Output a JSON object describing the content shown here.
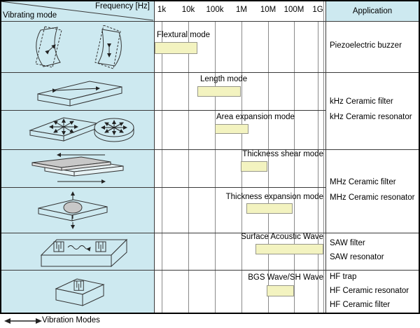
{
  "header": {
    "frequency_label": "Frequency [Hz]",
    "vibrating_mode_label": "Vibrating mode",
    "application_label": "Application"
  },
  "chart_data": {
    "type": "table",
    "x_axis": {
      "label": "Frequency [Hz]",
      "scale": "log",
      "ticks": [
        "1k",
        "10k",
        "100k",
        "1M",
        "10M",
        "100M",
        "1G"
      ],
      "tick_values_hz": [
        1000,
        10000,
        100000,
        1000000,
        10000000,
        100000000,
        1000000000
      ]
    },
    "rows": [
      {
        "mode": "Flextural mode",
        "freq_range_hz": [
          500,
          20000
        ]
      },
      {
        "mode": "Length mode",
        "freq_range_hz": [
          20000,
          1000000
        ]
      },
      {
        "mode": "Area expansion mode",
        "freq_range_hz": [
          100000,
          2000000
        ]
      },
      {
        "mode": "Thickness shear mode",
        "freq_range_hz": [
          1000000,
          10000000
        ]
      },
      {
        "mode": "Thickness expansion mode",
        "freq_range_hz": [
          1500000,
          80000000
        ]
      },
      {
        "mode": "Surface Acoustic Wave",
        "freq_range_hz": [
          3000000,
          1500000000
        ]
      },
      {
        "mode": "BGS Wave/SH Wave",
        "freq_range_hz": [
          10000000,
          100000000
        ]
      }
    ],
    "application_groups": [
      {
        "modes": [
          "Flextural mode"
        ],
        "items": [
          "Piezoelectric buzzer"
        ]
      },
      {
        "modes": [
          "Length mode",
          "Area expansion mode"
        ],
        "items": [
          "kHz Ceramic filter",
          "kHz Ceramic resonator"
        ]
      },
      {
        "modes": [
          "Thickness shear mode",
          "Thickness expansion mode"
        ],
        "items": [
          "MHz Ceramic filter",
          "MHz Ceramic resonator"
        ]
      },
      {
        "modes": [
          "Surface Acoustic Wave"
        ],
        "items": [
          "SAW filter",
          "SAW resonator"
        ]
      },
      {
        "modes": [
          "BGS Wave/SH Wave"
        ],
        "items": [
          "HF trap",
          "HF Ceramic resonator",
          "HF Ceramic filter"
        ]
      }
    ]
  },
  "legend": {
    "label": "Vibration Modes"
  },
  "icons": [
    "flextural-bars-icon",
    "length-plate-icon",
    "area-expansion-icon",
    "thickness-shear-icon",
    "thickness-expansion-icon",
    "saw-idt-icon",
    "bgs-idt-icon",
    "double-arrow-icon"
  ],
  "colors": {
    "cell_blue": "#cde9f0",
    "band_fill": "#f3f3c0",
    "band_border": "#97978a",
    "grid_gray": "#8a8a8a",
    "line_dark": "#3a3a3a",
    "plate_gray": "#c8c8c8"
  }
}
